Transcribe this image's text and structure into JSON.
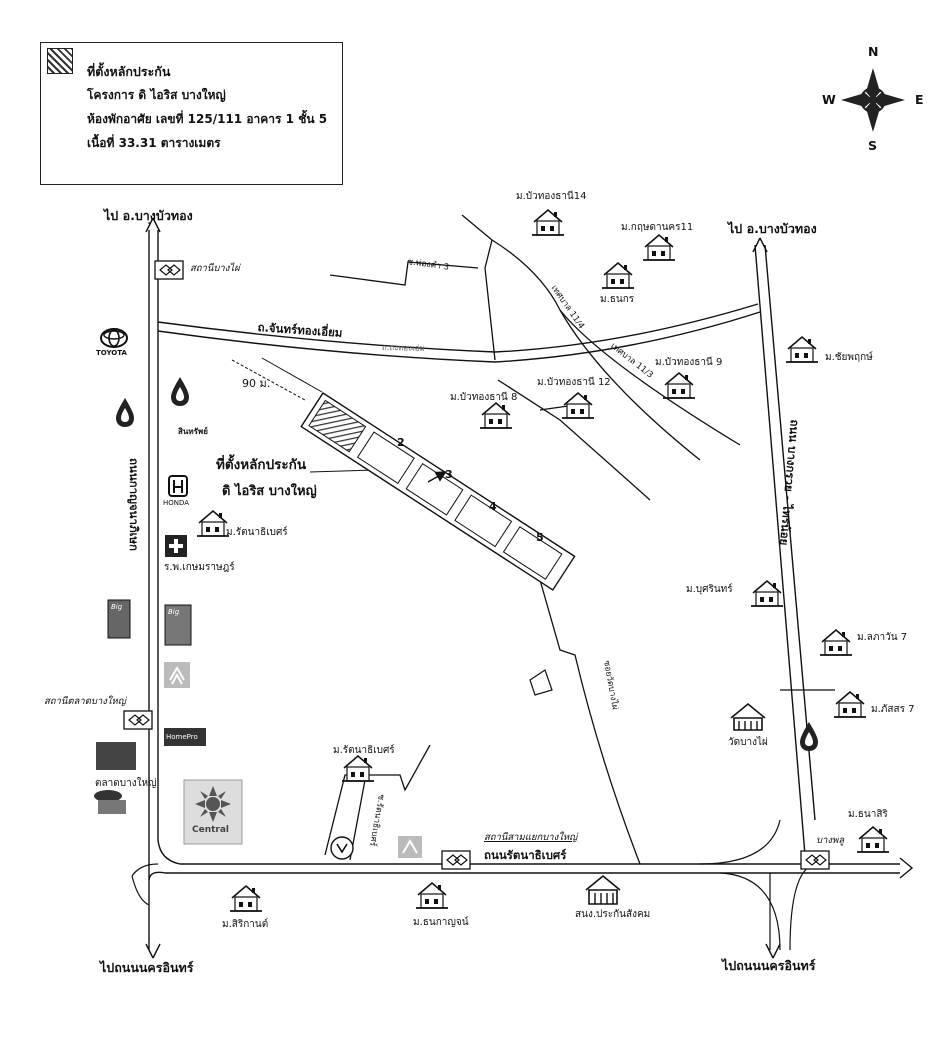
{
  "legend": {
    "title": "ที่ตั้งหลักประกัน",
    "lines": [
      "โครงการ  ดิ ไอริส บางใหญ่",
      "ห้องพักอาศัย เลขที่ 125/111 อาคาร 1 ชั้น 5",
      "เนื้อที่ 33.31 ตารางเมตร"
    ]
  },
  "compass": {
    "n": "N",
    "s": "S",
    "e": "E",
    "w": "W"
  },
  "directions": {
    "to_bangbuathong_left": "ไป อ.บางบัวทอง",
    "to_bangbuathong_right": "ไป อ.บางบัวทอง",
    "to_nakhon_inthon_left": "ไปถนนนครอินทร์",
    "to_nakhon_inthon_right": "ไปถนนนครอินทร์"
  },
  "roads": {
    "chan_thong_iam": "ถ.จันทร์ทองเอี่ยม",
    "kanchanaphisek": "ถนนกาญจนาภิเษก",
    "rattanathibet": "ถนนรัตนาธิเบศร์",
    "bangkruai_sainoi": "ถนน บางกรวย - ไทรน้อย",
    "soi_phongkham3": "ซ.พ่องคำ 3",
    "thesaban_11_4": "เทศบาล 11/4",
    "thesaban_11_3": "เทศบาล 11/3",
    "soi_rattanathibet": "ซ.รัตนาธิเบศร์",
    "soi_wat_bang_phai": "ซอยวัดบางไผ่",
    "faint_road": "ถ.ถงทองเอ่ม"
  },
  "stations": {
    "bang_phai": "สถานีบางไผ่",
    "talad_bang_yai": "สถานีตลาดบางใหญ่",
    "sam_yaek_bang_yai": "สถานีสามแยกบางใหญ่",
    "bang_phlu": "บางพลู"
  },
  "site": {
    "label": "ที่ตั้งหลักประกัน",
    "project": "ดิ ไอริส บางใหญ่",
    "distance": "90 ม.",
    "buildings": [
      "2",
      "3",
      "4",
      "5"
    ]
  },
  "places": {
    "buathong_thani_14": "ม.บัวทองธานี14",
    "krisada_nakorn_11": "ม.กฤษดานคร11",
    "thanakorn": "ม.ธนกร",
    "buathong_thani_9": "ม.บัวทองธานี 9",
    "buathong_thani_12": "ม.บัวทองธานี 12",
    "buathong_thani_8": "ม.บัวทองธานี 8",
    "chaiyaphruek": "ม.ชัยพฤกษ์",
    "rattanathibet_village": "ม.รัตนาธิเบศร์",
    "kasemrad": "ร.พ.เกษมราษฎร์",
    "busarin": "ม.บุศรินทร์",
    "lapawan_7": "ม.ลภาวัน 7",
    "pattara_7": "ม.ภัสสร 7",
    "wat_bang_phai": "วัดบางไผ่",
    "rattanathibet_village_2": "ม.รัตนาธิเบศร์",
    "talad_bang_yai": "ตลาดบางใหญ่",
    "thanasiri": "ม.ธนาสิริ",
    "sirikan": "ม.สิริกานต์",
    "thanakan": "ม.ธนกาญจน์",
    "social_security": "สนง.ประกันสังคม"
  },
  "brands": {
    "toyota": "TOYOTA",
    "honda": "HONDA",
    "airport": "สินทรัพย์",
    "central": "Central",
    "big": "Big",
    "homepro": "HomePro"
  },
  "colors": {
    "ink": "#111111",
    "road_fill": "#ffffff",
    "hatch": "#333333"
  }
}
